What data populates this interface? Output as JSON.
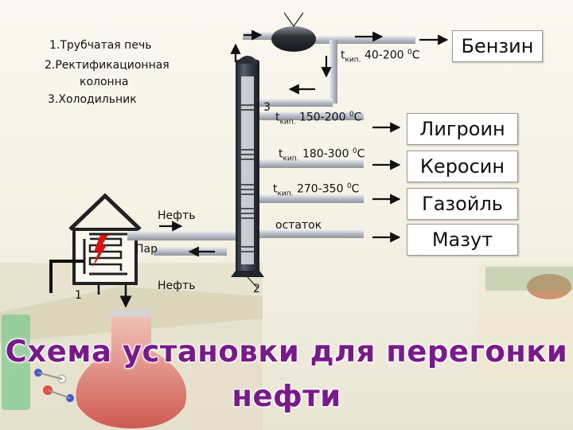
{
  "legend": {
    "item1": "1.Трубчатая печь",
    "item2": "2.Ректификационная",
    "item2b": "колонна",
    "item3": "3.Холодильник"
  },
  "temps": [
    {
      "t": "t",
      "sub": "кип.",
      "range": "40-200",
      "sup": "0",
      "unit": "С"
    },
    {
      "t": "t",
      "sub": "кип.",
      "range": "150-200",
      "sup": "0",
      "unit": "С"
    },
    {
      "t": "t",
      "sub": "кип.",
      "range": "180-300",
      "sup": "0",
      "unit": "С"
    },
    {
      "t": "t",
      "sub": "кип.",
      "range": "270-350",
      "sup": "0",
      "unit": "С"
    }
  ],
  "residue": "остаток",
  "labels": {
    "oil_in": "Нефть",
    "oil_feed": "Нефть",
    "steam": "Пар",
    "num1": "1",
    "num2": "2",
    "num3": "3"
  },
  "products": [
    "Бензин",
    "Лигроин",
    "Керосин",
    "Газойль",
    "Мазут"
  ],
  "title": {
    "line1": "Схема установки для перегонки",
    "line2": "нефти"
  },
  "colors": {
    "title": "#7a1a8a",
    "pipe": "#c9cdd4",
    "column": "#2e3440",
    "heater": "#e01010"
  }
}
